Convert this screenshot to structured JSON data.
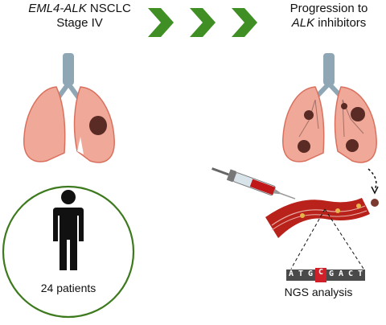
{
  "left_title": {
    "gene": "EML4-ALK",
    "suffix": " NSCLC",
    "line2": "Stage IV"
  },
  "right_title": {
    "line1": "Progression to",
    "line2_italic": "ALK",
    "line2_rest": "inhibitors"
  },
  "patients_label": "24 patients",
  "ngs_label": "NGS analysis",
  "sequence": [
    "A",
    "T",
    "G",
    "C",
    "G",
    "A",
    "C",
    "T"
  ],
  "highlight_index": 3,
  "colors": {
    "chevron": "#3f8f24",
    "lung": "#f0a898",
    "lung_edge": "#d9705e",
    "trachea": "#8fa6b5",
    "tumor": "#5a2a24",
    "vessel": "#b9211b",
    "circle": "#3d7a1e",
    "highlight": "#d0212a",
    "base_dark": "#4a4a4a"
  }
}
